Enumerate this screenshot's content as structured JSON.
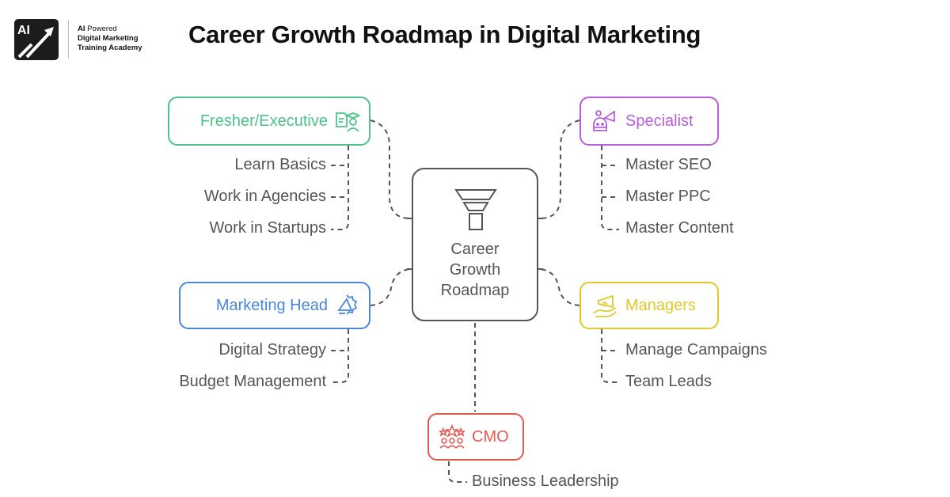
{
  "branding": {
    "logo_mark": "AI",
    "line1_bold": "AI",
    "line1_rest": " Powered",
    "line2": "Digital Marketing",
    "line3": "Training Academy"
  },
  "title": "Career Growth Roadmap in Digital Marketing",
  "center": {
    "label_lines": [
      "Career",
      "Growth",
      "Roadmap"
    ],
    "icon": "funnel-icon",
    "color": "#555555"
  },
  "nodes": {
    "fresher": {
      "label": "Fresher/Executive",
      "icon": "resume-graduate-icon",
      "color": "#4cc38a",
      "items": [
        "Learn Basics",
        "Work in Agencies",
        "Work in Startups"
      ]
    },
    "specialist": {
      "label": "Specialist",
      "icon": "robot-megaphone-icon",
      "color": "#b65fd8",
      "items": [
        "Master SEO",
        "Master PPC",
        "Master Content"
      ]
    },
    "marketing_head": {
      "label": "Marketing Head",
      "icon": "badge-megaphone-icon",
      "color": "#4a86dc",
      "items": [
        "Digital Strategy",
        "Budget Management"
      ]
    },
    "managers": {
      "label": "Managers",
      "icon": "hand-megaphone-icon",
      "color": "#e0c92a",
      "items": [
        "Manage Campaigns",
        "Team Leads"
      ]
    },
    "cmo": {
      "label": "CMO",
      "icon": "stars-team-icon",
      "color": "#e05a52",
      "items": [
        "Business Leadership"
      ]
    }
  }
}
